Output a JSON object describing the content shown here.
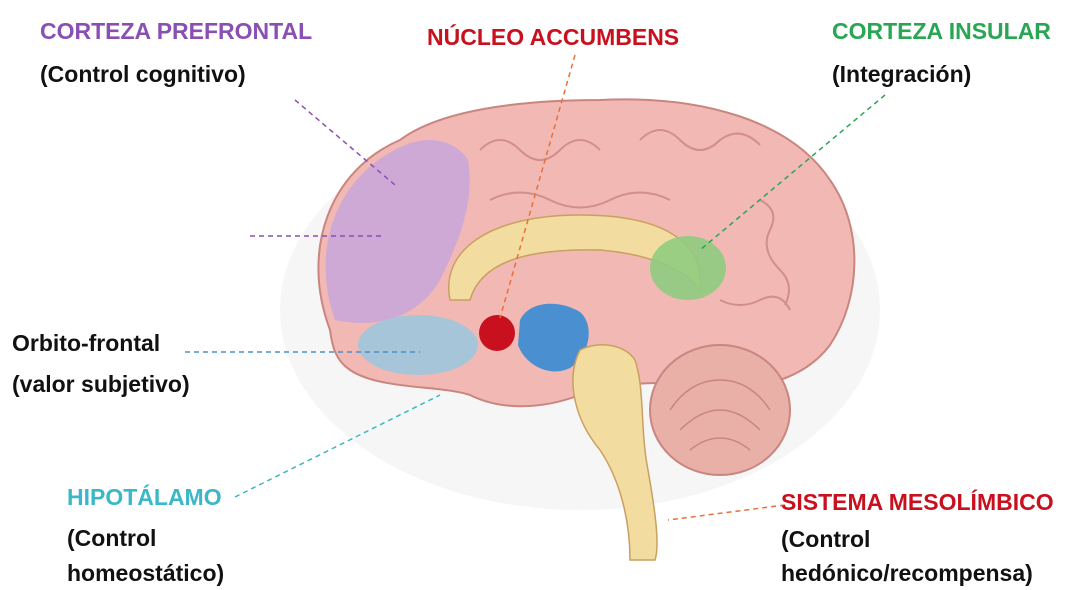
{
  "labels": {
    "prefrontal": {
      "title": "CORTEZA PREFRONTAL",
      "subtitle": "(Control cognitivo)"
    },
    "accumbens": {
      "title": "NÚCLEO ACCUMBENS"
    },
    "insular": {
      "title": "CORTEZA INSULAR",
      "subtitle": "(Integración)"
    },
    "orbitofrontal": {
      "line1": "Orbito-frontal",
      "line2": "(valor subjetivo)"
    },
    "hipotalamo": {
      "title": "HIPOTÁLAMO",
      "line1": "(Control",
      "line2": "homeostático)"
    },
    "mesolimbico": {
      "title": "SISTEMA MESOLÍMBICO",
      "line1": "(Control",
      "line2": "hedónico/recompensa)"
    }
  },
  "colors": {
    "prefrontal": "#8b4fb3",
    "accumbens": "#c8101e",
    "insular": "#28a653",
    "hipotalamo": "#3ab8c8",
    "mesolimbico": "#c8101e",
    "orbitofrontal_line": "#4a90c8",
    "cortex": "#f2b8b4",
    "cortex_outline": "#c98680",
    "brainstem": "#f3dca0",
    "cerebellum": "#e9b0a8"
  }
}
